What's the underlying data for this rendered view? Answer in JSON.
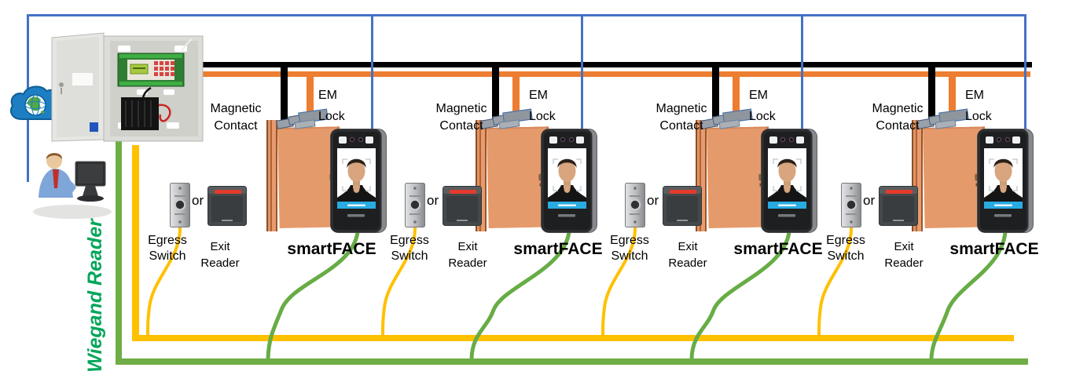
{
  "diagram": {
    "wiegand_reader_label": "Wiegand Reader",
    "door_count": 4,
    "labels": {
      "magnetic_contact": [
        "Magnetic",
        "Contact"
      ],
      "em_lock": [
        "EM",
        "Lock"
      ],
      "egress_switch": [
        "Egress",
        "Switch"
      ],
      "exit_reader": [
        "Exit",
        "Reader"
      ],
      "or": "or",
      "smartface": "smartFACE"
    },
    "components": {
      "controller": "access-control-panel",
      "cloud": "network-cloud-icon",
      "operator": "operator-workstation",
      "face_terminal": "face-recognition-terminal",
      "egress_switch": "egress-push-button",
      "exit_reader": "exit-card-reader",
      "door": "door-with-em-lock-and-magnetic-contact"
    },
    "wire_colors": {
      "network_blue": "#4472C4",
      "bus_black": "#000000",
      "bus_orange": "#ED7D31",
      "wiegand_yellow": "#FFC000",
      "wiegand_green": "#6FAD46",
      "wiegand_text_green": "#00A65A"
    }
  }
}
